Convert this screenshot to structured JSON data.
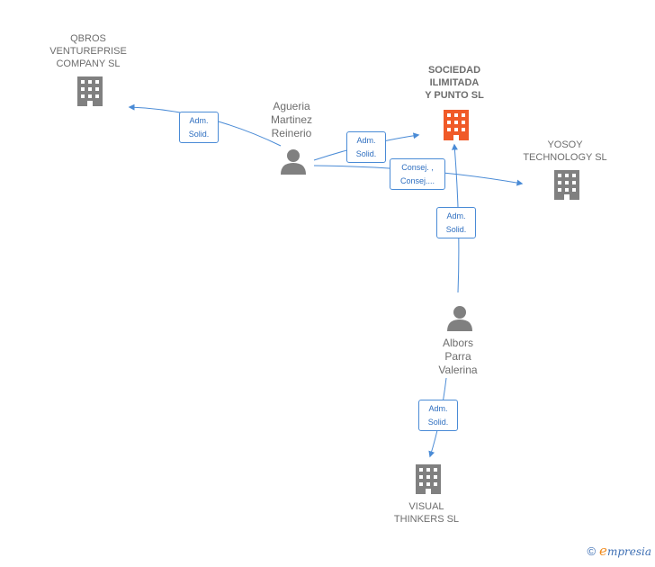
{
  "colors": {
    "edge": "#4a8bd6",
    "node_gray": "#808080",
    "node_main": "#f05a28",
    "label": "#6d6d6d"
  },
  "nodes": {
    "qbros": {
      "label": "QBROS\nVENTUREPRISE\nCOMPANY SL",
      "icon": "building-icon"
    },
    "sociedad": {
      "label": "SOCIEDAD\nILIMITADA\nY PUNTO  SL",
      "icon": "building-icon"
    },
    "yosoy": {
      "label": "YOSOY\nTECHNOLOGY SL",
      "icon": "building-icon"
    },
    "agueria": {
      "label": "Agueria\nMartinez\nReinerio",
      "icon": "person-icon"
    },
    "albors": {
      "label": "Albors\nParra\nValerina",
      "icon": "person-icon"
    },
    "visual": {
      "label": "VISUAL\nTHINKERS  SL",
      "icon": "building-icon"
    }
  },
  "edges": {
    "agueria_qbros": "Adm.\nSolid.",
    "agueria_sociedad": "Adm.\nSolid.",
    "agueria_yosoy": "Consej. ,\nConsej....",
    "albors_sociedad": "Adm.\nSolid.",
    "albors_visual": "Adm.\nSolid."
  },
  "footer": {
    "copyright": "©",
    "brand_first": "e",
    "brand_rest": "mpresia"
  }
}
